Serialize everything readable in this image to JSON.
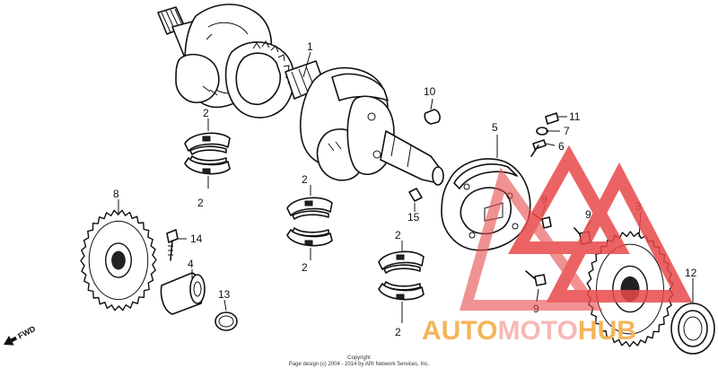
{
  "callouts": [
    {
      "id": "c1",
      "label": "1"
    },
    {
      "id": "c2a",
      "label": "2"
    },
    {
      "id": "c2b",
      "label": "2"
    },
    {
      "id": "c2c",
      "label": "2"
    },
    {
      "id": "c2d",
      "label": "2"
    },
    {
      "id": "c2e",
      "label": "2"
    },
    {
      "id": "c2f",
      "label": "2"
    },
    {
      "id": "c3",
      "label": "3"
    },
    {
      "id": "c4",
      "label": "4"
    },
    {
      "id": "c5",
      "label": "5"
    },
    {
      "id": "c6",
      "label": "6"
    },
    {
      "id": "c7",
      "label": "7"
    },
    {
      "id": "c8",
      "label": "8"
    },
    {
      "id": "c9a",
      "label": "9"
    },
    {
      "id": "c9b",
      "label": "9"
    },
    {
      "id": "c9c",
      "label": "9"
    },
    {
      "id": "c10",
      "label": "10"
    },
    {
      "id": "c11",
      "label": "11"
    },
    {
      "id": "c12",
      "label": "12"
    },
    {
      "id": "c13",
      "label": "13"
    },
    {
      "id": "c14",
      "label": "14"
    },
    {
      "id": "c15",
      "label": "15"
    }
  ],
  "fwd_label": "FWD",
  "copyright": {
    "line1": "Copyright",
    "line2": "Page design (c) 2004 - 2014 by ARI Network Services, Inc."
  },
  "watermark": {
    "part1": "AUTO",
    "part2": "MOTO",
    "part3": "HUB",
    "color_orange": "#f4b55a",
    "color_red": "#e8484a"
  }
}
